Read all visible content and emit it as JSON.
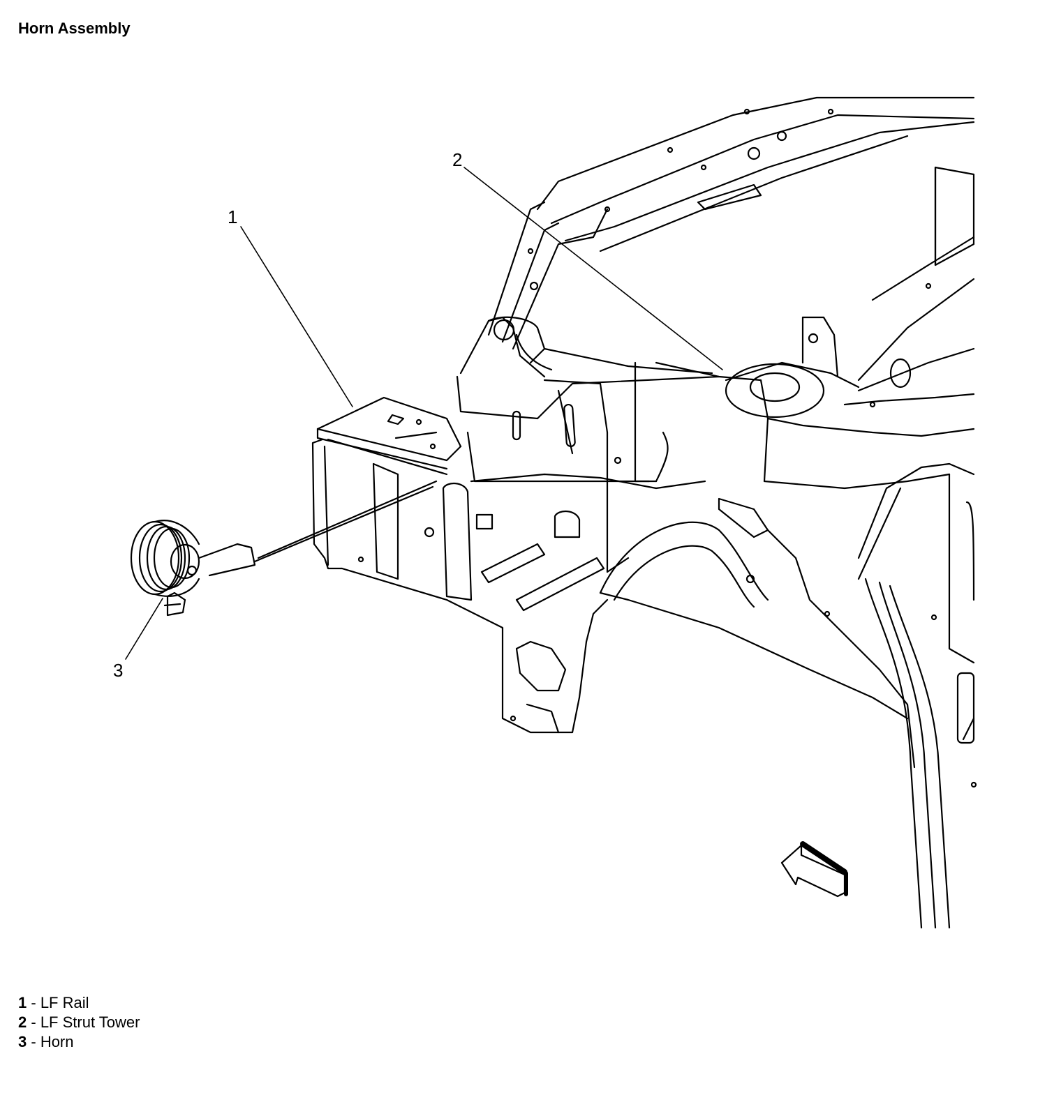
{
  "title": "Horn Assembly",
  "callouts": [
    {
      "num": "1"
    },
    {
      "num": "2"
    },
    {
      "num": "3"
    }
  ],
  "legend": [
    {
      "num": "1",
      "sep": " - ",
      "label": "LF Rail"
    },
    {
      "num": "2",
      "sep": " - ",
      "label": "LF Strut Tower"
    },
    {
      "num": "3",
      "sep": " - ",
      "label": "Horn"
    }
  ]
}
